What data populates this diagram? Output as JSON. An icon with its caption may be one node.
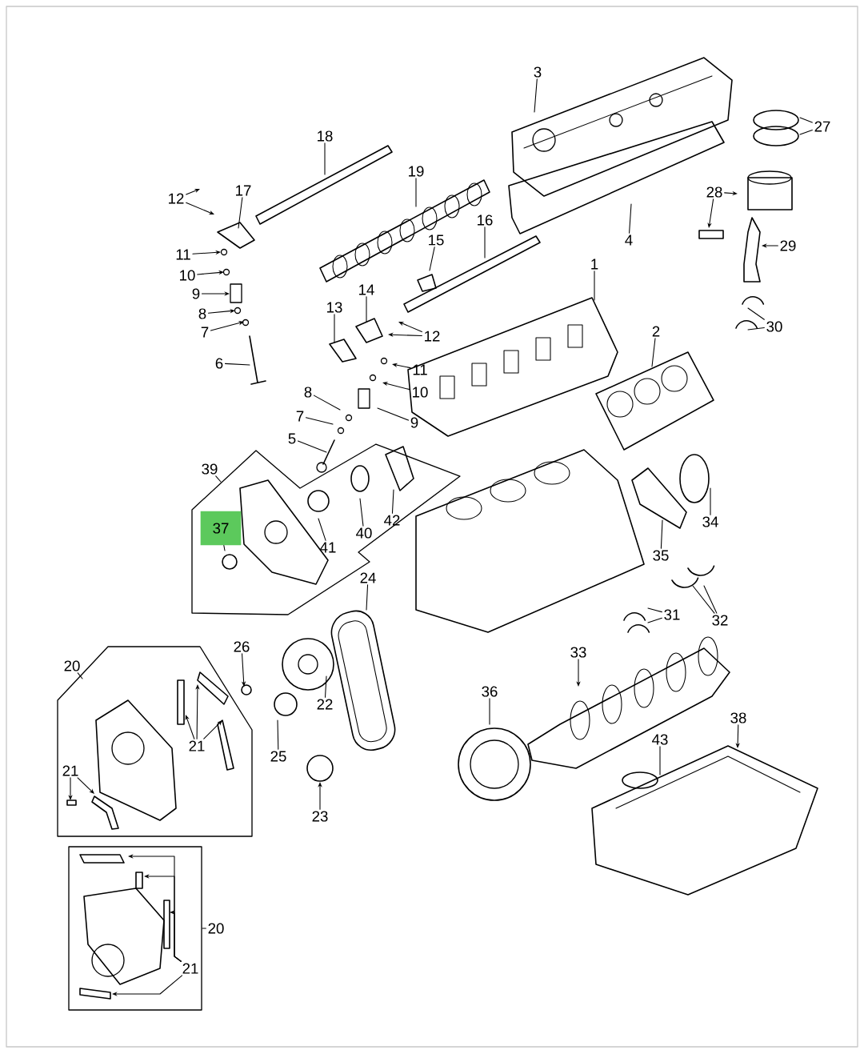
{
  "diagram": {
    "nodes": [
      {
        "text": [
          "3"
        ]
      },
      {
        "text": [
          "27"
        ]
      },
      {
        "text": [
          "18"
        ]
      },
      {
        "text": [
          "19"
        ]
      },
      {
        "text": [
          "28"
        ]
      },
      {
        "text": [
          "17"
        ]
      },
      {
        "text": [
          "12"
        ]
      },
      {
        "text": [
          "16"
        ]
      },
      {
        "text": [
          "15"
        ]
      },
      {
        "text": [
          "4"
        ]
      },
      {
        "text": [
          "29"
        ]
      },
      {
        "text": [
          "11"
        ]
      },
      {
        "text": [
          "1"
        ]
      },
      {
        "text": [
          "10"
        ]
      },
      {
        "text": [
          "14"
        ]
      },
      {
        "text": [
          "9"
        ]
      },
      {
        "text": [
          "13"
        ]
      },
      {
        "text": [
          "8"
        ]
      },
      {
        "text": [
          "30"
        ]
      },
      {
        "text": [
          "2"
        ]
      },
      {
        "text": [
          "7"
        ]
      },
      {
        "text": [
          "12"
        ]
      },
      {
        "text": [
          "6"
        ]
      },
      {
        "text": [
          "11"
        ]
      },
      {
        "text": [
          "8"
        ]
      },
      {
        "text": [
          "10"
        ]
      },
      {
        "text": [
          "7"
        ]
      },
      {
        "text": [
          "9"
        ]
      },
      {
        "text": [
          "5"
        ]
      },
      {
        "text": [
          "39"
        ]
      },
      {
        "text": [
          "42"
        ]
      },
      {
        "text": [
          "34"
        ]
      },
      {
        "text": [
          "37"
        ]
      },
      {
        "text": [
          "40"
        ]
      },
      {
        "text": [
          "41"
        ]
      },
      {
        "text": [
          "35"
        ]
      },
      {
        "text": [
          "24"
        ]
      },
      {
        "text": [
          "31"
        ]
      },
      {
        "text": [
          "32"
        ]
      },
      {
        "text": [
          "26"
        ]
      },
      {
        "text": [
          "33"
        ]
      },
      {
        "text": [
          "20"
        ]
      },
      {
        "text": [
          "36"
        ]
      },
      {
        "text": [
          "22"
        ]
      },
      {
        "text": [
          "38"
        ]
      },
      {
        "text": [
          "43"
        ]
      },
      {
        "text": [
          "21"
        ]
      },
      {
        "text": [
          "25"
        ]
      },
      {
        "text": [
          "21"
        ]
      },
      {
        "text": [
          "23"
        ]
      },
      {
        "text": [
          "20"
        ]
      },
      {
        "text": [
          "21"
        ]
      }
    ],
    "edges": [
      {
        "from": 0,
        "to": null,
        "arrow": "none"
      },
      {
        "from": 1,
        "to": null,
        "arrow": "none"
      },
      {
        "from": 1,
        "to": null,
        "arrow": "none"
      },
      {
        "from": 2,
        "to": null,
        "arrow": "none"
      },
      {
        "from": 3,
        "to": null,
        "arrow": "none"
      },
      {
        "from": 4,
        "to": null,
        "arrow": "to"
      },
      {
        "from": 4,
        "to": null,
        "arrow": "to"
      },
      {
        "from": 5,
        "to": null,
        "arrow": "none"
      },
      {
        "from": 6,
        "to": null,
        "arrow": "to"
      },
      {
        "from": 6,
        "to": null,
        "arrow": "to"
      },
      {
        "from": 7,
        "to": null,
        "arrow": "none"
      },
      {
        "from": 8,
        "to": null,
        "arrow": "none"
      },
      {
        "from": 9,
        "to": null,
        "arrow": "none"
      },
      {
        "from": 10,
        "to": null,
        "arrow": "to"
      },
      {
        "from": 11,
        "to": null,
        "arrow": "to"
      },
      {
        "from": 12,
        "to": null,
        "arrow": "none"
      },
      {
        "from": 13,
        "to": null,
        "arrow": "to"
      },
      {
        "from": 14,
        "to": null,
        "arrow": "none"
      },
      {
        "from": 15,
        "to": null,
        "arrow": "to"
      },
      {
        "from": 16,
        "to": null,
        "arrow": "none"
      },
      {
        "from": 17,
        "to": null,
        "arrow": "to"
      },
      {
        "from": 18,
        "to": null,
        "arrow": "none"
      },
      {
        "from": 18,
        "to": null,
        "arrow": "none"
      },
      {
        "from": 19,
        "to": null,
        "arrow": "none"
      },
      {
        "from": 20,
        "to": null,
        "arrow": "to"
      },
      {
        "from": 21,
        "to": null,
        "arrow": "to"
      },
      {
        "from": 21,
        "to": null,
        "arrow": "to"
      },
      {
        "from": 22,
        "to": null,
        "arrow": "none"
      },
      {
        "from": 23,
        "to": null,
        "arrow": "to"
      },
      {
        "from": 24,
        "to": null,
        "arrow": "none"
      },
      {
        "from": 25,
        "to": null,
        "arrow": "to"
      },
      {
        "from": 26,
        "to": null,
        "arrow": "none"
      },
      {
        "from": 27,
        "to": null,
        "arrow": "none"
      },
      {
        "from": 28,
        "to": null,
        "arrow": "none"
      },
      {
        "from": 29,
        "to": null,
        "arrow": "none"
      },
      {
        "from": 30,
        "to": null,
        "arrow": "none"
      },
      {
        "from": 31,
        "to": null,
        "arrow": "none"
      },
      {
        "from": 32,
        "to": null,
        "arrow": "none"
      },
      {
        "from": 33,
        "to": null,
        "arrow": "none"
      },
      {
        "from": 34,
        "to": null,
        "arrow": "none"
      },
      {
        "from": 35,
        "to": null,
        "arrow": "none"
      },
      {
        "from": 36,
        "to": null,
        "arrow": "none"
      },
      {
        "from": 37,
        "to": null,
        "arrow": "none"
      },
      {
        "from": 37,
        "to": null,
        "arrow": "none"
      },
      {
        "from": 38,
        "to": null,
        "arrow": "none"
      },
      {
        "from": 38,
        "to": null,
        "arrow": "none"
      },
      {
        "from": 39,
        "to": null,
        "arrow": "to"
      },
      {
        "from": 40,
        "to": null,
        "arrow": "to"
      },
      {
        "from": 41,
        "to": null,
        "arrow": "none"
      },
      {
        "from": 42,
        "to": null,
        "arrow": "none"
      },
      {
        "from": 43,
        "to": null,
        "arrow": "none"
      },
      {
        "from": 44,
        "to": null,
        "arrow": "to"
      },
      {
        "from": 45,
        "to": null,
        "arrow": "none"
      },
      {
        "from": 46,
        "to": null,
        "arrow": "to"
      },
      {
        "from": 46,
        "to": null,
        "arrow": "to"
      },
      {
        "from": 46,
        "to": null,
        "arrow": "to"
      },
      {
        "from": 47,
        "to": null,
        "arrow": "none"
      },
      {
        "from": 48,
        "to": null,
        "arrow": "to"
      },
      {
        "from": 48,
        "to": null,
        "arrow": "to"
      },
      {
        "from": 49,
        "to": null,
        "arrow": "to"
      },
      {
        "from": 50,
        "to": null,
        "arrow": "none"
      },
      {
        "from": 51,
        "to": null,
        "arrow": "to"
      },
      {
        "from": 51,
        "to": null,
        "arrow": "to"
      },
      {
        "from": 51,
        "to": null,
        "arrow": "to"
      },
      {
        "from": 51,
        "to": null,
        "arrow": "to"
      }
    ]
  }
}
